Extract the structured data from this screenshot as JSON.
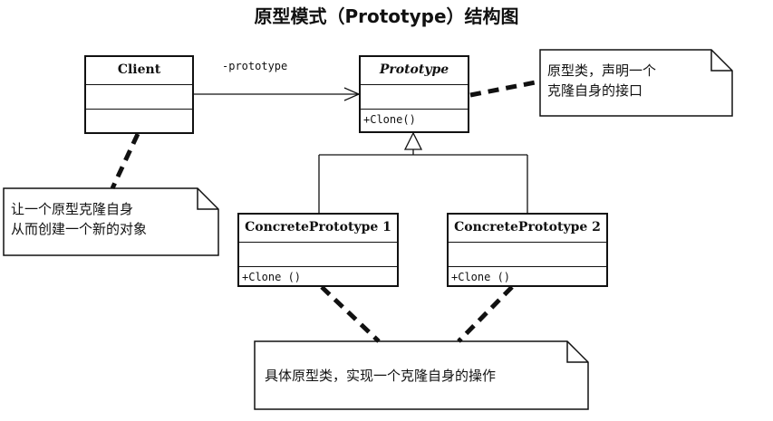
{
  "title": "原型模式（Prototype）结构图",
  "client": {
    "name": "Client"
  },
  "prototype": {
    "name": "Prototype",
    "operation": "+Clone()"
  },
  "concrete1": {
    "name": "ConcretePrototype 1",
    "operation": "+Clone ()"
  },
  "concrete2": {
    "name": "ConcretePrototype 2",
    "operation": "+Clone ()"
  },
  "association": {
    "label": "-prototype"
  },
  "notes": {
    "prototype_note": {
      "line1": "原型类，声明一个",
      "line2": "克隆自身的接口"
    },
    "client_note": {
      "line1": "让一个原型克隆自身",
      "line2": "从而创建一个新的对象"
    },
    "concrete_note": {
      "line1": "具体原型类，实现一个克隆自身的操作"
    }
  }
}
